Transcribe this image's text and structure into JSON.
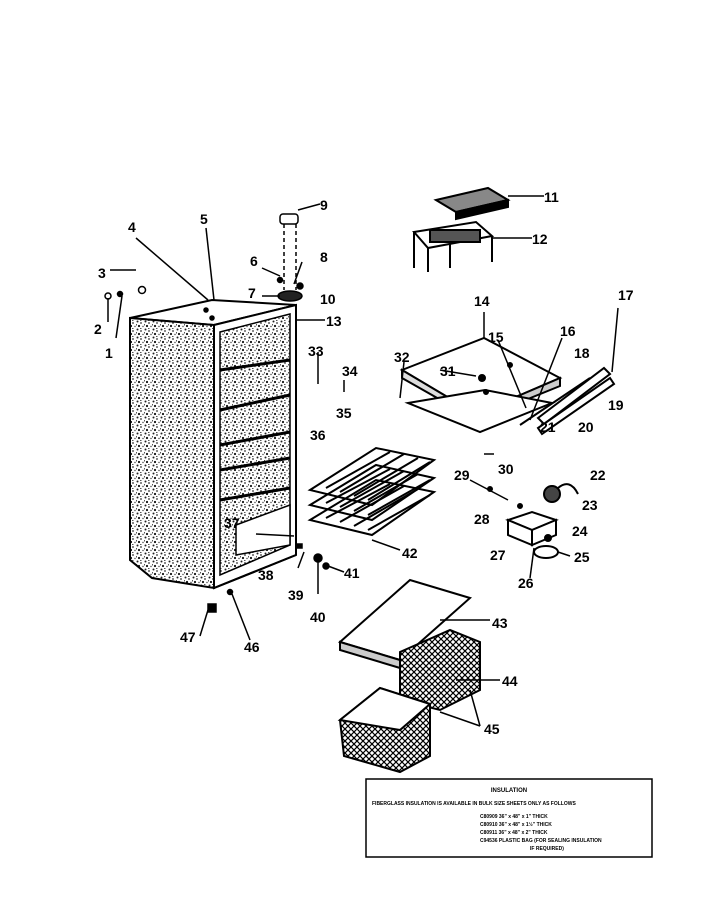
{
  "labels": {
    "l1": "1",
    "l2": "2",
    "l3": "3",
    "l4": "4",
    "l5": "5",
    "l6": "6",
    "l7": "7",
    "l8": "8",
    "l9": "9",
    "l10": "10",
    "l11": "11",
    "l12": "12",
    "l13": "13",
    "l14": "14",
    "l15": "15",
    "l16": "16",
    "l17": "17",
    "l18": "18",
    "l19": "19",
    "l20": "20",
    "l21": "21",
    "l22": "22",
    "l23": "23",
    "l24": "24",
    "l25": "25",
    "l26": "26",
    "l27": "27",
    "l28": "28",
    "l29": "29",
    "l30": "30",
    "l31": "31",
    "l32": "32",
    "l33": "33",
    "l34": "34",
    "l35": "35",
    "l36": "36",
    "l37": "37",
    "l38": "38",
    "l39": "39",
    "l40": "40",
    "l41": "41",
    "l42": "42",
    "l43": "43",
    "l44": "44",
    "l45": "45",
    "l46": "46",
    "l47": "47"
  },
  "insulation_note": {
    "title": "INSULATION",
    "line1": "FIBERGLASS INSULATION IS AVAILABLE IN BULK SIZE SHEETS ONLY AS FOLLOWS",
    "line2": "C80909  36\" x 48\" x 1\" THICK",
    "line3": "C80910  36\" x 48\" x 1½\" THICK",
    "line4": "C80911  36\" x 48\" x 2\" THICK",
    "line5": "C94536  PLASTIC BAG (FOR SEALING INSULATION",
    "line6": "IF REQUIRED)"
  }
}
